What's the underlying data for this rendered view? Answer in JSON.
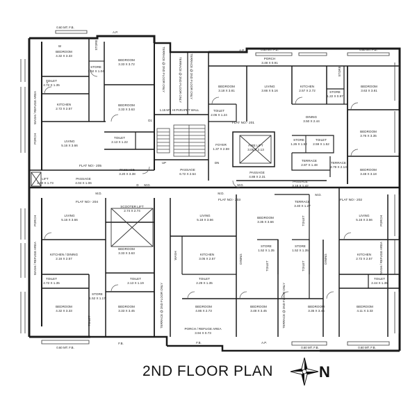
{
  "title": "2ND FLOOR PLAN",
  "north_label": "N",
  "rooms": [
    {
      "id": "r1",
      "name": "BEDROOM",
      "dims": "4.32 X 3.33"
    },
    {
      "id": "r2",
      "name": "STORE",
      "dims": "1.52 X 1.04"
    },
    {
      "id": "r3",
      "name": "BEDROOM",
      "dims": "3.33 X 3.72"
    },
    {
      "id": "r4",
      "name": "TOILET",
      "dims": "2.72 X 1.35"
    },
    {
      "id": "r5",
      "name": "KITCHEN",
      "dims": "2.72 X 2.57"
    },
    {
      "id": "r6",
      "name": "BEDROOM",
      "dims": "3.33 X 3.63"
    },
    {
      "id": "r7",
      "name": "LIVING",
      "dims": "5.16 X 3.66"
    },
    {
      "id": "r8",
      "name": "TOILET",
      "dims": "2.13 X 1.22"
    },
    {
      "id": "r9",
      "name": "PASSAGE",
      "dims": "3.20 X 3.38"
    },
    {
      "id": "r10",
      "name": "PASSAGE",
      "dims": "6.72 X 2.54"
    },
    {
      "id": "r11",
      "name": "PASSAGE",
      "dims": "4.04 X 1.06"
    },
    {
      "id": "r12",
      "name": "LIFT",
      "dims": "1.90 X 1.73"
    },
    {
      "id": "r13",
      "name": "BEDROOM",
      "dims": "3.18 X 3.81"
    },
    {
      "id": "r14",
      "name": "LIVING",
      "dims": "3.66 X 5.16"
    },
    {
      "id": "r15",
      "name": "KITCHEN",
      "dims": "2.57 X 2.72"
    },
    {
      "id": "r16",
      "name": "STORE",
      "dims": "1.22 X 0.97"
    },
    {
      "id": "r17",
      "name": "BEDROOM",
      "dims": "3.63 X 3.81"
    },
    {
      "id": "r18",
      "name": "TOILET",
      "dims": "2.06 X 1.24"
    },
    {
      "id": "r19",
      "name": "DINING",
      "dims": "3.50 X 2.44"
    },
    {
      "id": "r20",
      "name": "FOYER",
      "dims": "1.37 X 2.59"
    },
    {
      "id": "r21",
      "name": "FIRE LIFT",
      "dims": "3.05 X 2.13"
    },
    {
      "id": "r22",
      "name": "STORE",
      "dims": "1.26 X 1.52"
    },
    {
      "id": "r23",
      "name": "TOILET",
      "dims": "2.59 X 1.52"
    },
    {
      "id": "r24",
      "name": "BEDROOM",
      "dims": "3.76 X 3.35"
    },
    {
      "id": "r25",
      "name": "TERRACE",
      "dims": "2.87 X 1.48"
    },
    {
      "id": "r26",
      "name": "PASSAGE",
      "dims": "4.88 X 2.31"
    },
    {
      "id": "r27",
      "name": "PASSAGE",
      "dims": "3.18 X 1.42"
    },
    {
      "id": "r28",
      "name": "BEDROOM",
      "dims": "3.48 X 3.18"
    },
    {
      "id": "r29",
      "name": "LIVING",
      "dims": "5.16 X 3.66"
    },
    {
      "id": "r30",
      "name": "SCOOTER LIFT",
      "dims": "2.74 X 2.74"
    },
    {
      "id": "r31",
      "name": "LIVING",
      "dims": "5.18 X 3.66"
    },
    {
      "id": "r32",
      "name": "BEDROOM",
      "dims": "3.35 X 3.66"
    },
    {
      "id": "r33",
      "name": "TERRACE",
      "dims": "3.40 X 1.27"
    },
    {
      "id": "r34",
      "name": "LIVING",
      "dims": "5.16 X 3.66"
    },
    {
      "id": "r35",
      "name": "KITCHEN / DINING",
      "dims": "2.16 X 2.57"
    },
    {
      "id": "r36",
      "name": "BEDROOM",
      "dims": "3.33 X 3.63"
    },
    {
      "id": "r37",
      "name": "KITCHEN",
      "dims": "3.05 X 2.57"
    },
    {
      "id": "r38",
      "name": "STORE",
      "dims": "1.52 X 1.35"
    },
    {
      "id": "r39",
      "name": "STORE",
      "dims": "1.52 X 1.35"
    },
    {
      "id": "r40",
      "name": "KITCHEN",
      "dims": "2.72 X 2.57"
    },
    {
      "id": "r41",
      "name": "TOILET",
      "dims": "2.72 X 1.35"
    },
    {
      "id": "r42",
      "name": "TOILET",
      "dims": "2.13 X 1.19"
    },
    {
      "id": "r43",
      "name": "TOILET",
      "dims": "2.29 X 1.35"
    },
    {
      "id": "r44",
      "name": "TOILET",
      "dims": "2.44 X 1.35"
    },
    {
      "id": "r45",
      "name": "STORE",
      "dims": "1.52 X 1.17"
    },
    {
      "id": "r46",
      "name": "BEDROOM",
      "dims": "4.32 X 3.33"
    },
    {
      "id": "r47",
      "name": "BEDROOM",
      "dims": "3.33 X 3.45"
    },
    {
      "id": "r48",
      "name": "BEDROOM",
      "dims": "4.86 X 2.73"
    },
    {
      "id": "r49",
      "name": "BEDROOM",
      "dims": "3.48 X 3.45"
    },
    {
      "id": "r50",
      "name": "BEDROOM",
      "dims": "3.35 X 3.45"
    },
    {
      "id": "r51",
      "name": "BEDROOM",
      "dims": "4.11 X 3.33"
    },
    {
      "id": "r52",
      "name": "PORCH / REFUGE AREA",
      "dims": "3.94 X 0.73"
    },
    {
      "id": "r53",
      "name": "PORCH",
      "dims": "3.48 X 0.91"
    },
    {
      "id": "r54",
      "name": "TERRACE",
      "dims": "2.79 X 2.13"
    }
  ],
  "flat_labels": [
    "FLAT NO:- 205",
    "FLAT NO:- 201",
    "FLAT NO:- 204",
    "FLAT NO:- 203",
    "FLAT NO:- 202"
  ],
  "vertical_labels": [
    "TERRACE @ 2ND FLOOR ONLY",
    "TERRACE @ 2ND FLOOR ONLY",
    "TERRACE @ 2ND FLOOR ONLY",
    "TERRACE @ 2ND FLOOR ONLY",
    "TERRACE @ 2ND FLOOR ONLY",
    "WASH / REFUGE AREA",
    "WASH / REFUGE AREA",
    "WASH / REFUGE AREA",
    "TOILET",
    "TOILET",
    "TOILET",
    "DINING",
    "DINING",
    "PORCH",
    "PORCH",
    "PORCH",
    "WASH",
    "STORE",
    "STORE",
    "TOILET"
  ],
  "misc_labels": [
    "1.15 MT. HI PARAPET WALL",
    "UP",
    "DN",
    "M.D.",
    "M.D.",
    "M.D.",
    "M.D.",
    "M.D.",
    "W",
    "D",
    "D1",
    "V",
    "F.B.",
    "A.P.",
    "0.60 MT. F.B."
  ]
}
